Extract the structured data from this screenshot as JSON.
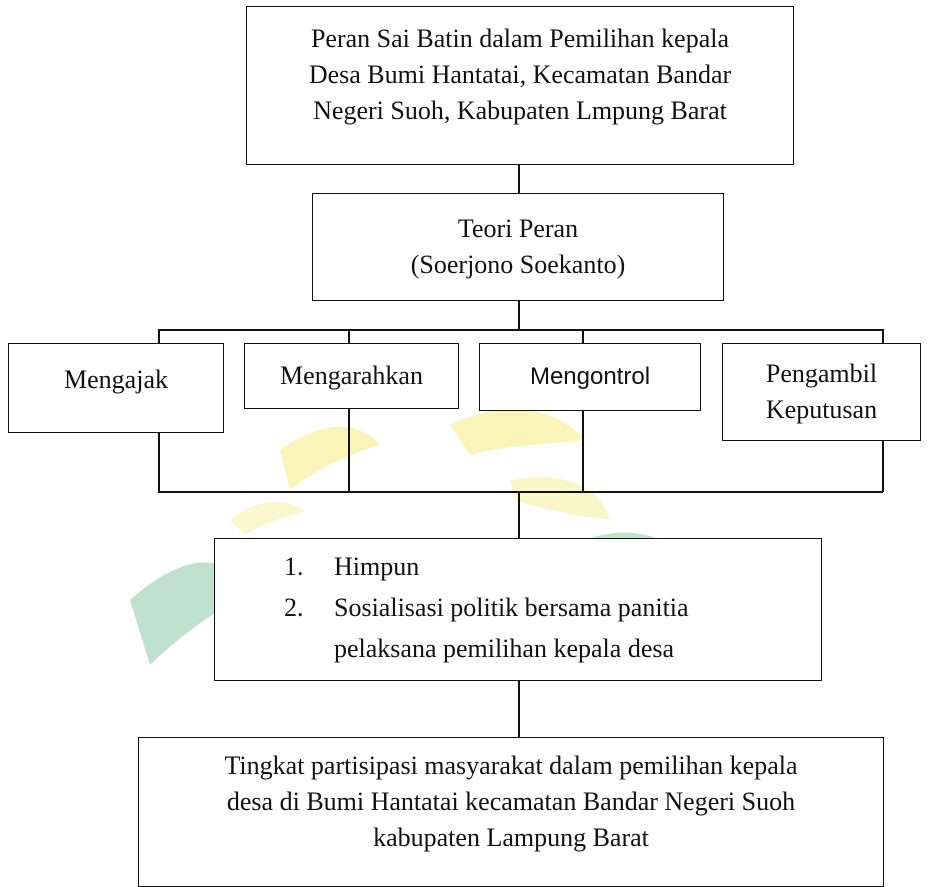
{
  "diagram": {
    "top_box": "Peran Sai Batin dalam Pemilihan kepala\nDesa Bumi Hantatai, Kecamatan Bandar\nNegeri Suoh, Kabupaten Lmpung Barat",
    "theory_box": "Teori Peran\n(Soerjono Soekanto)",
    "roles": [
      "Mengajak",
      "Mengarahkan",
      "Mengontrol",
      "Pengambil\nKeputusan"
    ],
    "activities": [
      {
        "num": "1.",
        "text": "Himpun"
      },
      {
        "num": "2.",
        "text": "Sosialisasi politik bersama panitia\npelaksana pemilihan kepala desa"
      }
    ],
    "bottom_box": "Tingkat partisipasi masyarakat dalam pemilihan kepala\ndesa di Bumi Hantatai kecamatan Bandar Negeri  Suoh\nkabupaten Lampung Barat"
  },
  "colors": {
    "watermark_green": "#2e9e5e",
    "watermark_yellow": "#f3e24a",
    "line": "#111111"
  }
}
